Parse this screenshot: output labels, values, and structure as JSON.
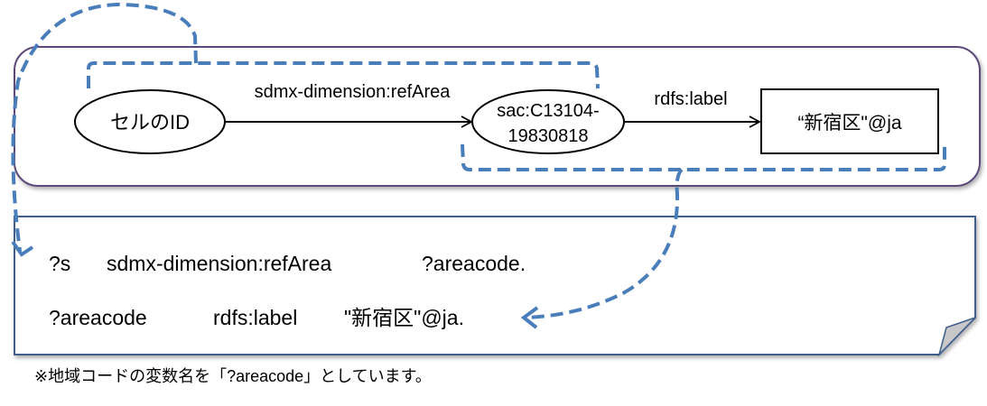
{
  "graph": {
    "subject_node": "セルのID",
    "predicate1": "sdmx-dimension:refArea",
    "object_node_line1": "sac:C13104-",
    "object_node_line2": "19830818",
    "predicate2": "rdfs:label",
    "literal_node": "“新宿区\"@ja"
  },
  "query": {
    "line1": {
      "subject": "?s",
      "predicate": "sdmx-dimension:refArea",
      "object": "?areacode."
    },
    "line2": {
      "subject": "?areacode",
      "predicate": "rdfs:label",
      "object": "\"新宿区\"@ja."
    }
  },
  "footnote": "※地域コードの変数名を「?areacode」としています。",
  "colors": {
    "highlight": "#4a7ebb",
    "frame": "#5b4a7a",
    "note_border": "#3f5f8f"
  }
}
